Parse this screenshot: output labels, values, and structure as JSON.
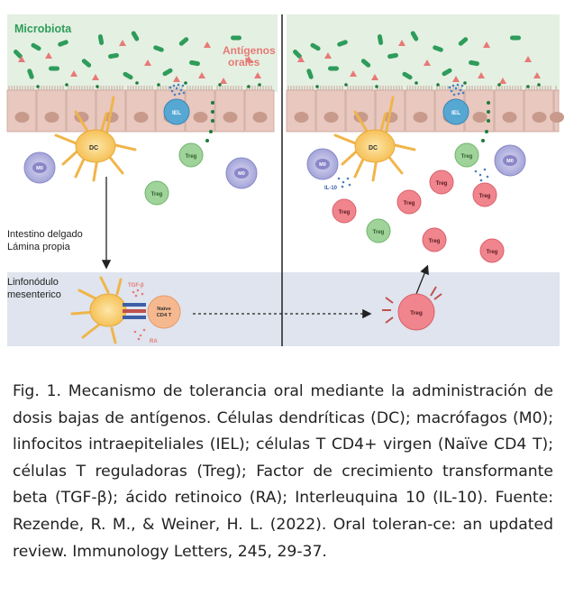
{
  "figure": {
    "labels": {
      "microbiota": "Microbiota",
      "oral_antigens_line1": "Antígenos",
      "oral_antigens_line2": "orales",
      "small_intestine": "Intestino delgado",
      "lamina_propria": "Lámina propia",
      "lymph_node_line1": "Linfonódulo",
      "lymph_node_line2": "mesenterico"
    },
    "cells": {
      "dc": "DC",
      "iel": "IEL",
      "macrophage": "M0",
      "treg": "Treg",
      "naive_line1": "Naïve",
      "naive_line2": "CD4 T",
      "tgf": "TGF-β",
      "ra": "RA",
      "il10": "IL-10"
    },
    "colors": {
      "mucus_bg": "#e4f0e2",
      "epithelium": "#e8c8bf",
      "nucleus": "#c79a8c",
      "lymph_bg": "#dfe4ee",
      "dc_yellow": "#f6c766",
      "macrophage": "#a9a9d9",
      "treg_green": "#9fd39a",
      "treg_pink": "#f0858d",
      "bacteria": "#2e9c5a",
      "antigen": "#e77a76",
      "iel": "#57a7d3"
    }
  },
  "caption": {
    "text": "Fig. 1. Mecanismo de tolerancia oral mediante la administración de dosis bajas de antígenos. Células dendríticas (DC); macrófagos (M0); linfocitos intraepiteliales (IEL); células T CD4+ virgen (Naïve CD4 T); células T reguladoras (Treg); Factor de crecimiento transformante beta (TGF-β); ácido retinoico (RA); Interleuquina 10 (IL-10). Fuente: Rezende, R. M., & Weiner, H. L. (2022). Oral toleran-ce: an updated review. Immunology Letters, 245, 29-37."
  }
}
